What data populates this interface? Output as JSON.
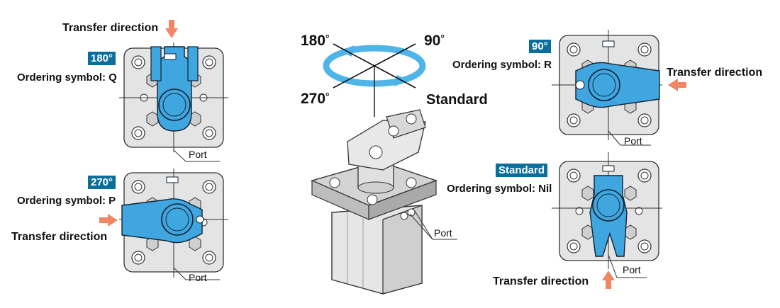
{
  "labels": {
    "transfer_direction": "Transfer direction",
    "port": "Port",
    "standard": "Standard"
  },
  "orientations": {
    "deg_180": "180°",
    "deg_270": "270°",
    "deg_90": "90°",
    "standard": "Standard"
  },
  "ordering": {
    "q": "Ordering symbol: Q",
    "p": "Ordering symbol: P",
    "r": "Ordering symbol: R",
    "nil": "Ordering symbol: Nil"
  },
  "rotation": {
    "deg_180": "180",
    "deg_90": "90",
    "deg_270": "270",
    "degree_mark": "°",
    "standard": "Standard"
  },
  "colors": {
    "tag_bg": "#0a6e9b",
    "blue_part": "#3fa6e0",
    "arrow_orange": "#ef8762",
    "rotation_ring": "#4fb4e8",
    "plate": "#e4e4e4"
  }
}
